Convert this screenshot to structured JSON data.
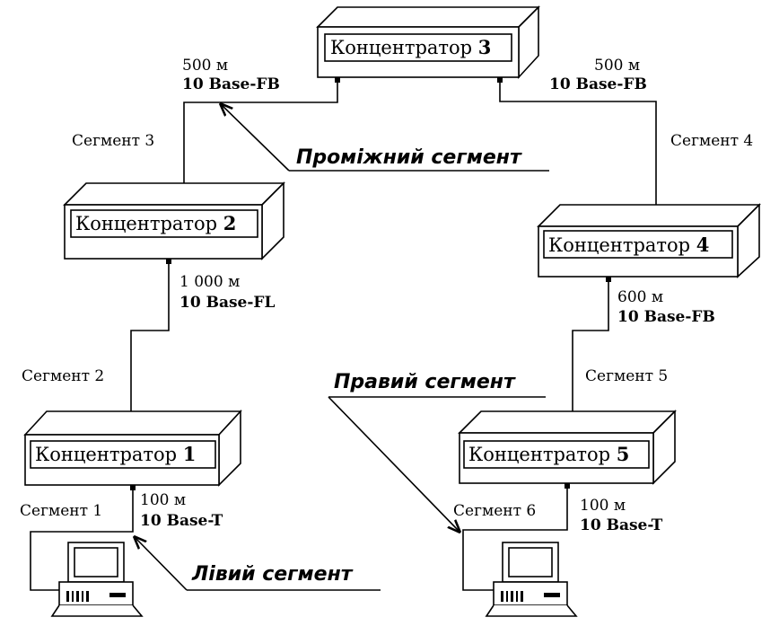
{
  "hubs": [
    {
      "word": "Концентратор",
      "num": "3"
    },
    {
      "word": "Концентратор",
      "num": "2"
    },
    {
      "word": "Концентратор",
      "num": "4"
    },
    {
      "word": "Концентратор",
      "num": "1"
    },
    {
      "word": "Концентратор",
      "num": "5"
    }
  ],
  "segments": {
    "s1": "Сегмент 1",
    "s2": "Сегмент 2",
    "s3": "Сегмент 3",
    "s4": "Сегмент 4",
    "s5": "Сегмент 5",
    "s6": "Сегмент 6"
  },
  "links": {
    "l3": {
      "length": "500 м",
      "standard": "10 Base-FB"
    },
    "l4": {
      "length": "500 м",
      "standard": "10 Base-FB"
    },
    "l2": {
      "length": "1 000 м",
      "standard": "10 Base-FL"
    },
    "l5": {
      "length": "600 м",
      "standard": "10 Base-FB"
    },
    "l1": {
      "length": "100 м",
      "standard": "10 Base-T"
    },
    "l6": {
      "length": "100 м",
      "standard": "10 Base-T"
    }
  },
  "callouts": {
    "middle": "Проміжний сегмент",
    "right": "Правий сегмент",
    "left": "Лівий сегмент"
  },
  "icons": [
    "hub-box-icon",
    "computer-icon",
    "arrow-icon"
  ]
}
